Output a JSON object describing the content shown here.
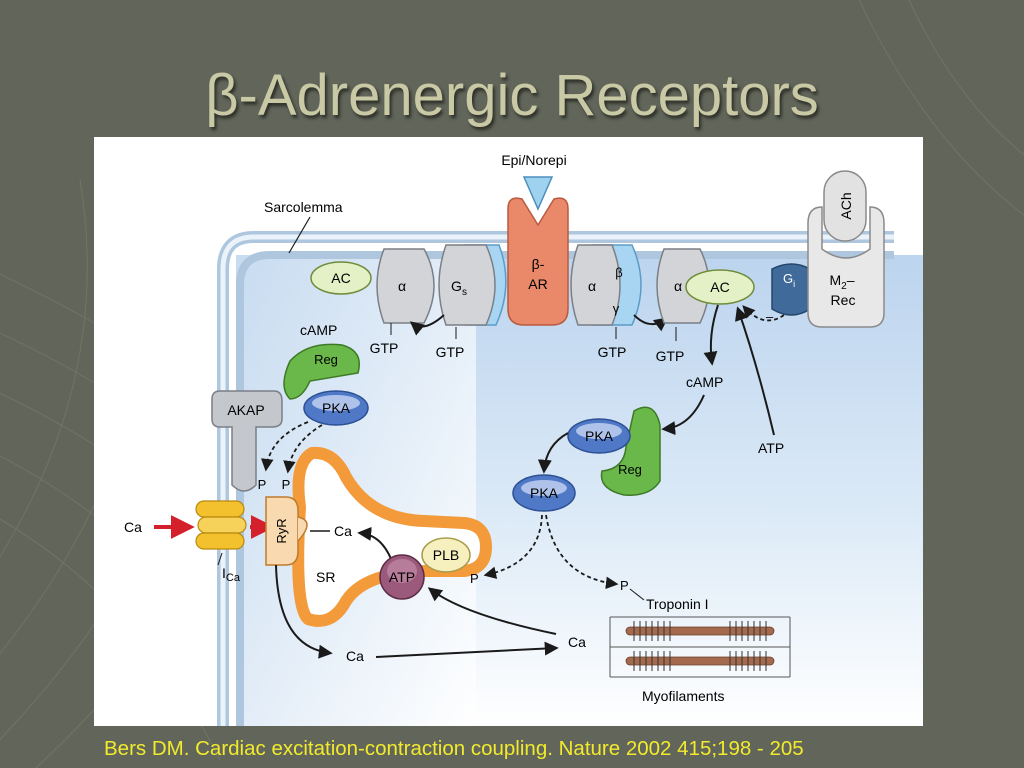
{
  "slide": {
    "title": "β-Adrenergic Receptors",
    "citation": "Bers DM. Cardiac excitation-contraction coupling. Nature 2002 415;198 - 205"
  },
  "diagram": {
    "labels": {
      "epi_norepi": "Epi/Norepi",
      "sarcolemma": "Sarcolemma",
      "ac_left": "AC",
      "alpha_left": "α",
      "gs": "G",
      "gs_sub": "s",
      "beta_ar_1": "β-",
      "beta_ar_2": "AR",
      "alpha_mid": "α",
      "beta_mid": "β",
      "gamma_mid": "γ",
      "alpha_right": "α",
      "ac_right": "AC",
      "gi": "G",
      "gi_sub": "i",
      "m2_1": "M",
      "m2_sub": "2",
      "m2_dash": "–",
      "m2_2": "Rec",
      "ach": "ACh",
      "gtp_1": "GTP",
      "gtp_2": "GTP",
      "gtp_3": "GTP",
      "gtp_4": "GTP",
      "camp_left": "cAMP",
      "reg_left": "Reg",
      "pka_left": "PKA",
      "akap": "AKAP",
      "p_1": "P",
      "p_2": "P",
      "ca_in": "Ca",
      "ryr": "RyR",
      "ca_sr": "Ca",
      "sr": "SR",
      "i_ca": "I",
      "i_ca_sub": "Ca",
      "atp_pump": "ATP",
      "plb": "PLB",
      "p_plb": "P",
      "camp_right": "cAMP",
      "pka_mid": "PKA",
      "reg_right": "Reg",
      "atp_right": "ATP",
      "pka_lower": "PKA",
      "p_tn": "P",
      "troponin": "Troponin I",
      "ca_cyto": "Ca",
      "ca_bottom": "Ca",
      "myofilaments": "Myofilaments",
      "minus": "–"
    },
    "colors": {
      "membrane": "#c7d9ec",
      "cytoplasm": "#d8e7f5",
      "beta_ar": "#e88a6c",
      "ac": "#e4f0c6",
      "pka": "#4f78c7",
      "reg": "#6ab84a",
      "sr": "#f39a3a",
      "atp_pump": "#9b5a7c",
      "plb": "#f6efbe",
      "channel": "#f3c12e",
      "gi": "#3f6a9a",
      "m2": "#e8e8e8",
      "arrow_red": "#d4202a",
      "filament": "#a46a4e"
    }
  }
}
